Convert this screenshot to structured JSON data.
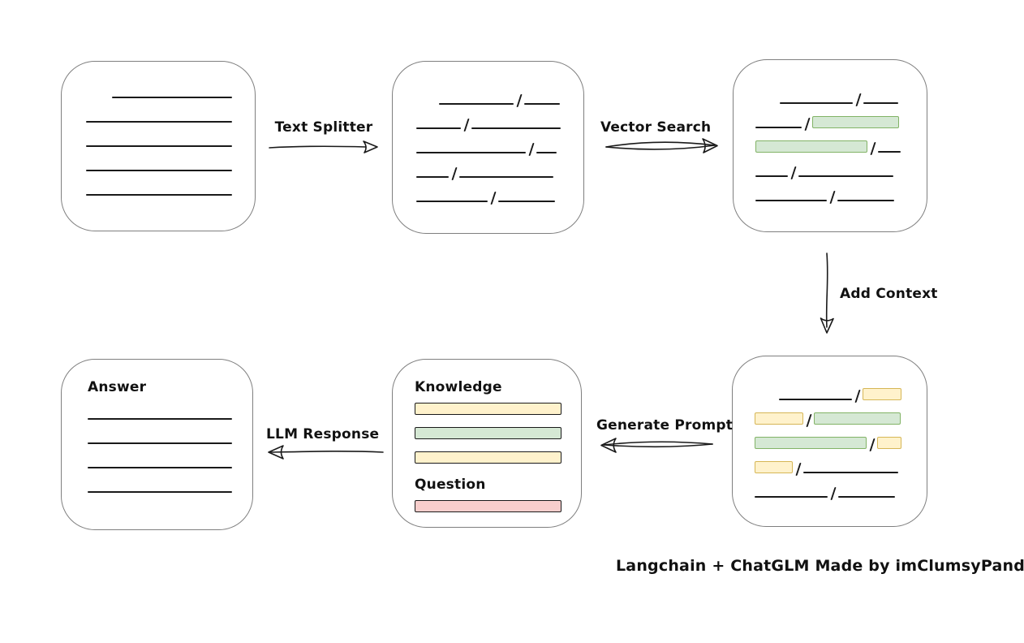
{
  "caption": "Langchain + ChatGLM Made by imClumsyPanda",
  "palette": {
    "ink": "#1a1a1a",
    "box_border": "#7f7f7f",
    "green_fill": "#d5e8d4",
    "green_border": "#82b366",
    "yellow_fill": "#fff2cc",
    "yellow_border": "#d6b656",
    "red_fill": "#f8cecc",
    "red_border": "#b85450"
  },
  "arrows": {
    "text_splitter": {
      "label": "Text Splitter",
      "direction": "right"
    },
    "vector_search": {
      "label": "Vector Search",
      "direction": "right"
    },
    "add_context": {
      "label": "Add Context",
      "direction": "down"
    },
    "generate_prompt": {
      "label": "Generate Prompt",
      "direction": "left"
    },
    "llm_response": {
      "label": "LLM Response",
      "direction": "left"
    }
  },
  "nodes": {
    "document": {
      "rows": [
        [
          {
            "kind": "line",
            "w": 148,
            "indent": 32
          }
        ],
        [
          {
            "kind": "line",
            "w": 180
          }
        ],
        [
          {
            "kind": "line",
            "w": 180
          }
        ],
        [
          {
            "kind": "line",
            "w": 180
          }
        ],
        [
          {
            "kind": "line",
            "w": 180
          }
        ]
      ]
    },
    "split_chunks": {
      "rows": [
        [
          {
            "kind": "line",
            "w": 92,
            "indent": 28
          },
          {
            "kind": "line",
            "w": 44
          }
        ],
        [
          {
            "kind": "line",
            "w": 55
          },
          {
            "kind": "line",
            "w": 110
          }
        ],
        [
          {
            "kind": "line",
            "w": 135
          },
          {
            "kind": "line",
            "w": 25
          }
        ],
        [
          {
            "kind": "line",
            "w": 40
          },
          {
            "kind": "line",
            "w": 116
          }
        ],
        [
          {
            "kind": "line",
            "w": 88
          },
          {
            "kind": "line",
            "w": 70
          }
        ]
      ]
    },
    "matched_chunks": {
      "rows": [
        [
          {
            "kind": "line",
            "w": 90,
            "indent": 30
          },
          {
            "kind": "line",
            "w": 43
          }
        ],
        [
          {
            "kind": "line",
            "w": 57
          },
          {
            "kind": "green",
            "w": 107
          }
        ],
        [
          {
            "kind": "green",
            "w": 138
          },
          {
            "kind": "line",
            "w": 28
          }
        ],
        [
          {
            "kind": "line",
            "w": 40
          },
          {
            "kind": "line",
            "w": 117
          }
        ],
        [
          {
            "kind": "line",
            "w": 88
          },
          {
            "kind": "line",
            "w": 70
          }
        ]
      ]
    },
    "context_chunks": {
      "rows": [
        [
          {
            "kind": "line",
            "w": 90,
            "indent": 30
          },
          {
            "kind": "yellow",
            "w": 48
          }
        ],
        [
          {
            "kind": "yellow",
            "w": 60
          },
          {
            "kind": "green",
            "w": 107
          }
        ],
        [
          {
            "kind": "green",
            "w": 138
          },
          {
            "kind": "yellow",
            "w": 30
          }
        ],
        [
          {
            "kind": "yellow",
            "w": 47
          },
          {
            "kind": "line",
            "w": 117
          }
        ],
        [
          {
            "kind": "line",
            "w": 90
          },
          {
            "kind": "line",
            "w": 70
          }
        ]
      ]
    },
    "prompt": {
      "knowledge_label": "Knowledge",
      "knowledge_bars": [
        "yellow",
        "green",
        "yellow"
      ],
      "question_label": "Question",
      "question_bars": [
        "red"
      ]
    },
    "answer": {
      "label": "Answer",
      "rows": [
        [
          {
            "kind": "line",
            "w": 178
          }
        ],
        [
          {
            "kind": "line",
            "w": 178
          }
        ],
        [
          {
            "kind": "line",
            "w": 178
          }
        ],
        [
          {
            "kind": "line",
            "w": 178
          }
        ]
      ]
    }
  }
}
